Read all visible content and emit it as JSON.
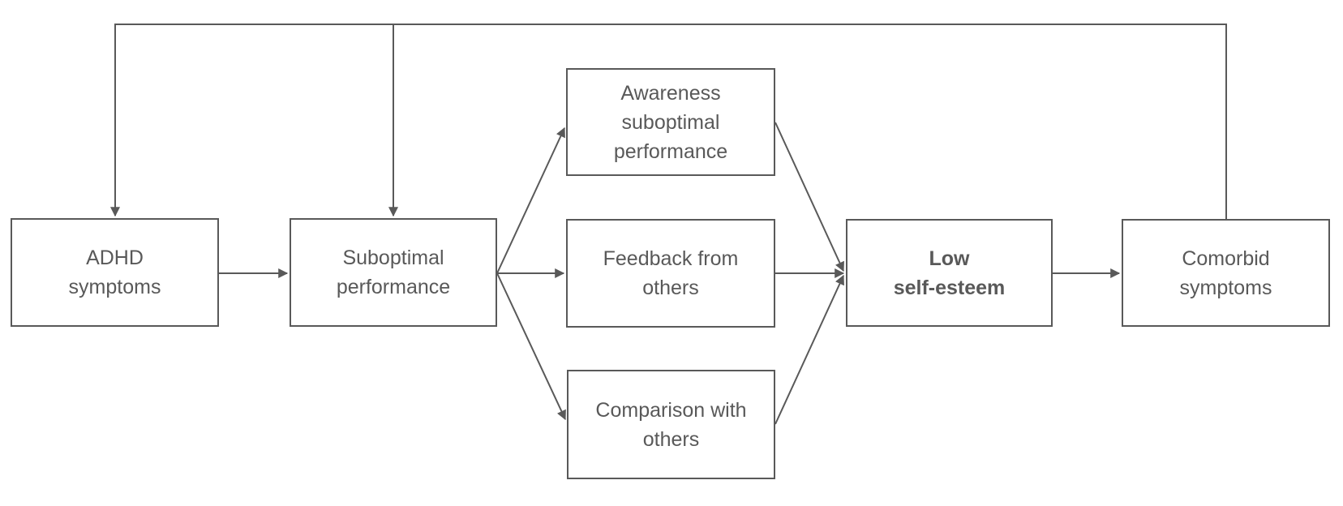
{
  "diagram": {
    "type": "flowchart",
    "colors": {
      "stroke": "#595959",
      "text": "#595959",
      "box_fill": "#ffffff",
      "background": "#ffffff"
    },
    "nodes": [
      {
        "id": "adhd-symptoms",
        "label": "ADHD\nsymptoms",
        "bold": false
      },
      {
        "id": "suboptimal-performance",
        "label": "Suboptimal\nperformance",
        "bold": false
      },
      {
        "id": "awareness-suboptimal",
        "label": "Awareness\nsuboptimal\nperformance",
        "bold": false
      },
      {
        "id": "feedback-from-others",
        "label": "Feedback from\nothers",
        "bold": false
      },
      {
        "id": "comparison-with-others",
        "label": "Comparison with\nothers",
        "bold": false
      },
      {
        "id": "low-self-esteem",
        "label": "Low\nself-esteem",
        "bold": true
      },
      {
        "id": "comorbid-symptoms",
        "label": "Comorbid\nsymptoms",
        "bold": false
      }
    ],
    "edges": [
      {
        "from": "adhd-symptoms",
        "to": "suboptimal-performance"
      },
      {
        "from": "suboptimal-performance",
        "to": "awareness-suboptimal"
      },
      {
        "from": "suboptimal-performance",
        "to": "feedback-from-others"
      },
      {
        "from": "suboptimal-performance",
        "to": "comparison-with-others"
      },
      {
        "from": "awareness-suboptimal",
        "to": "low-self-esteem"
      },
      {
        "from": "feedback-from-others",
        "to": "low-self-esteem"
      },
      {
        "from": "comparison-with-others",
        "to": "low-self-esteem"
      },
      {
        "from": "low-self-esteem",
        "to": "comorbid-symptoms"
      },
      {
        "from": "comorbid-symptoms",
        "to": "adhd-symptoms",
        "kind": "feedback-loop"
      },
      {
        "from": "comorbid-symptoms",
        "to": "suboptimal-performance",
        "kind": "feedback-loop"
      }
    ]
  }
}
